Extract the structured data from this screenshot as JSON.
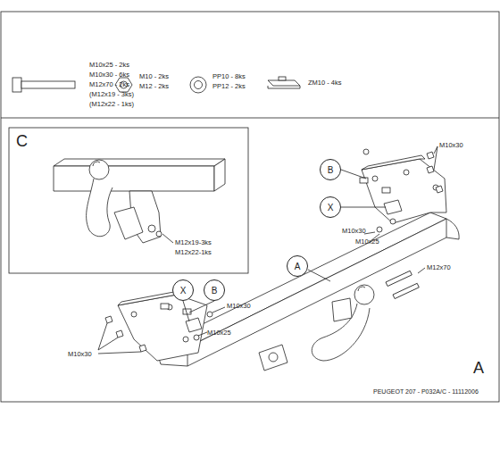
{
  "diagram": {
    "nodes": [
      {
        "text": [
          "B"
        ]
      },
      {
        "text": [
          "X"
        ]
      },
      {
        "text": [
          "A"
        ]
      },
      {
        "text": [
          "X"
        ]
      },
      {
        "text": [
          "B"
        ]
      }
    ],
    "labels": [
      "M10x25 - 2ks",
      "M10x30 - 6ks",
      "M12x70 - 2ks",
      "(M12x19 - 3ks)",
      "(M12x22 - 1ks)",
      "M10 - 2ks",
      "M12 - 2ks",
      "PP10 - 8ks",
      "PP12 - 2ks",
      "ZM10 - 4ks",
      "C",
      "M12x19-3ks",
      "M12x22-1ks",
      "M10x30",
      "M10x30",
      "M10x25",
      "M12x70",
      "M10x30",
      "M10x25",
      "M10x30",
      "A",
      "PEUGEOT 207 - P032A/C - 11112006"
    ]
  }
}
